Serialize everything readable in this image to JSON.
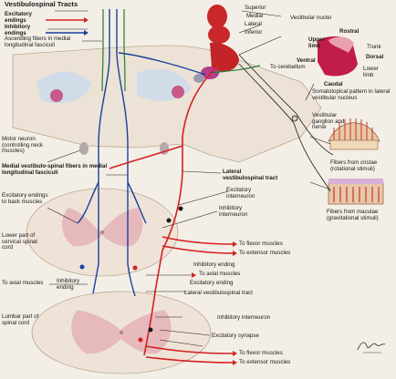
{
  "title": "Vestibulospinal Tracts",
  "legend": {
    "excitatory": "Excitatory endings",
    "inhibitory": "Inhibitory endings"
  },
  "colors": {
    "excitatory": "#d42020",
    "inhibitory": "#1a3f9a",
    "medial_tract": "#1a3f9a",
    "lateral_tract": "#d42020",
    "nuclei": "#c8282a",
    "cord_white": "#efe3d8",
    "cord_gray": "#e6b9bd"
  },
  "labels": {
    "ascending": "Ascending fibers in medial longitudinal fasciculi",
    "superior": "Superior",
    "medial": "Medial",
    "lateral": "Lateral",
    "inferior": "Inferior",
    "vestibular_nuclei": "Vestibular nuclei",
    "to_cerebellum": "To cerebellum",
    "rostral": "Rostral",
    "upper_limb": "Upper limb",
    "trunk": "Trunk",
    "dorsal": "Dorsal",
    "ventral": "Ventral",
    "lower_limb": "Lower limb",
    "caudal": "Caudal",
    "somatotopical": "Somatotopical pattern in lateral vestibular nucleus",
    "vestibular_ganglion": "Vestibular ganglion and nerve",
    "motor_neuron": "Motor neuron (controlling neck muscles)",
    "medial_fibers": "Medial vestibulo-spinal fibers in medial longitudinal fasciculi",
    "lateral_tract": "Lateral vestibulospinal tract",
    "excitatory_interneuron": "Excitatory interneuron",
    "inhibitory_interneuron_1": "Inhibitory interneuron",
    "excitatory_endings_back": "Excitatory endings to back muscles",
    "lower_cervical": "Lower part of cervical spinal cord",
    "fibers_cristae": "Fibers from cristae (rotational stimuli)",
    "fibers_maculae": "Fibers from maculae (gravitational stimuli)",
    "to_flexor_1": "To flexor muscles",
    "to_extensor_1": "To extensor muscles",
    "to_axial_left": "To axial muscles",
    "inhibitory_ending_left": "Inhibitory ending",
    "inhibitory_ending_right": "Inhibitory ending",
    "to_axial_right": "To axial muscles",
    "excitatory_ending": "Excitatory ending",
    "lateral_tract_lower": "Lateral vestibulospinal tract",
    "lumbar": "Lumbar part of spinal cord",
    "inhibitory_interneuron_2": "Inhibitory interneuron",
    "excitatory_synapse": "Excitatory synapse",
    "to_flexor_2": "To flexor muscles",
    "to_extensor_2": "To extensor muscles"
  }
}
